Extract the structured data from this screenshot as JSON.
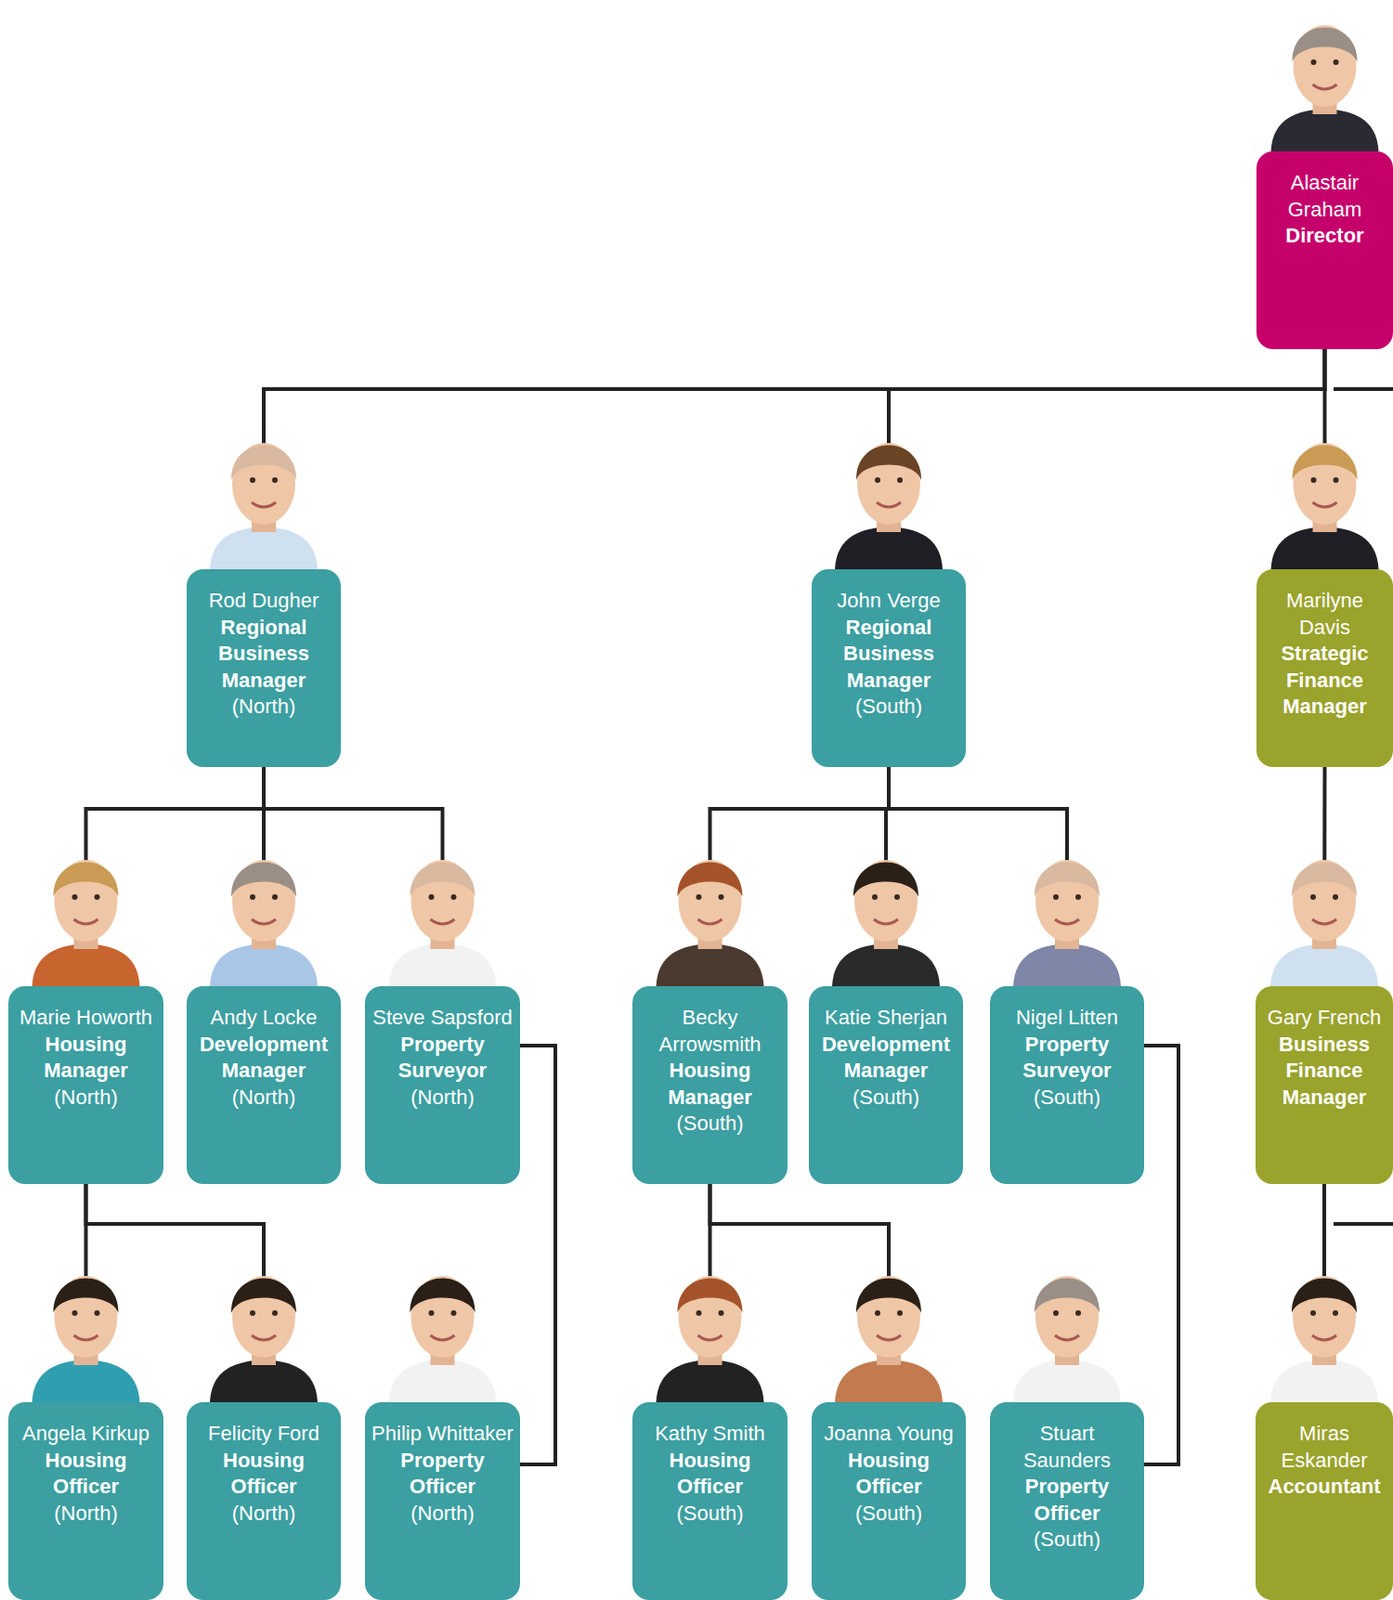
{
  "diagram": {
    "nodes": [
      {
        "text": [
          "Alastair Graham",
          "Director"
        ]
      },
      {
        "text": [
          "Rod Dugher",
          "Regional Business Manager",
          "(North)"
        ]
      },
      {
        "text": [
          "John Verge",
          "Regional Business Manager",
          "(South)"
        ]
      },
      {
        "text": [
          "Marilyne Davis",
          "Strategic Finance Manager"
        ]
      },
      {
        "text": [
          "Marie Howorth",
          "Housing Manager",
          "(North)"
        ]
      },
      {
        "text": [
          "Andy Locke",
          "Development Manager",
          "(North)"
        ]
      },
      {
        "text": [
          "Steve Sapsford",
          "Property Surveyor",
          "(North)"
        ]
      },
      {
        "text": [
          "Becky Arrowsmith",
          "Housing Manager",
          "(South)"
        ]
      },
      {
        "text": [
          "Katie Sherjan",
          "Development Manager",
          "(South)"
        ]
      },
      {
        "text": [
          "Nigel Litten",
          "Property Surveyor",
          "(South)"
        ]
      },
      {
        "text": [
          "Gary French",
          "Business Finance Manager"
        ]
      },
      {
        "text": [
          "Angela Kirkup",
          "Housing Officer",
          "(North)"
        ]
      },
      {
        "text": [
          "Felicity Ford",
          "Housing Officer",
          "(North)"
        ]
      },
      {
        "text": [
          "Philip Whittaker",
          "Property Officer",
          "(North)"
        ]
      },
      {
        "text": [
          "Kathy Smith",
          "Housing Officer",
          "(South)"
        ]
      },
      {
        "text": [
          "Joanna Young",
          "Housing Officer",
          "(South)"
        ]
      },
      {
        "text": [
          "Stuart Saunders",
          "Property Officer",
          "(South)"
        ]
      },
      {
        "text": [
          "Miras Eskander",
          "Accountant"
        ]
      }
    ],
    "edges": [
      {
        "from": 0,
        "to": 1,
        "arrow": "none"
      },
      {
        "from": 0,
        "to": 2,
        "arrow": "none"
      },
      {
        "from": 0,
        "to": 3,
        "arrow": "none"
      },
      {
        "from": 1,
        "to": 4,
        "arrow": "none"
      },
      {
        "from": 1,
        "to": 5,
        "arrow": "none"
      },
      {
        "from": 1,
        "to": 6,
        "arrow": "none"
      },
      {
        "from": 2,
        "to": 7,
        "arrow": "none"
      },
      {
        "from": 2,
        "to": 8,
        "arrow": "none"
      },
      {
        "from": 2,
        "to": 9,
        "arrow": "none"
      },
      {
        "from": 3,
        "to": 10,
        "arrow": "none"
      },
      {
        "from": 4,
        "to": 11,
        "arrow": "none"
      },
      {
        "from": 4,
        "to": 12,
        "arrow": "none"
      },
      {
        "from": 6,
        "to": 13,
        "arrow": "none"
      },
      {
        "from": 7,
        "to": 14,
        "arrow": "none"
      },
      {
        "from": 7,
        "to": 15,
        "arrow": "none"
      },
      {
        "from": 9,
        "to": 16,
        "arrow": "none"
      },
      {
        "from": 10,
        "to": 17,
        "arrow": "none"
      }
    ]
  }
}
